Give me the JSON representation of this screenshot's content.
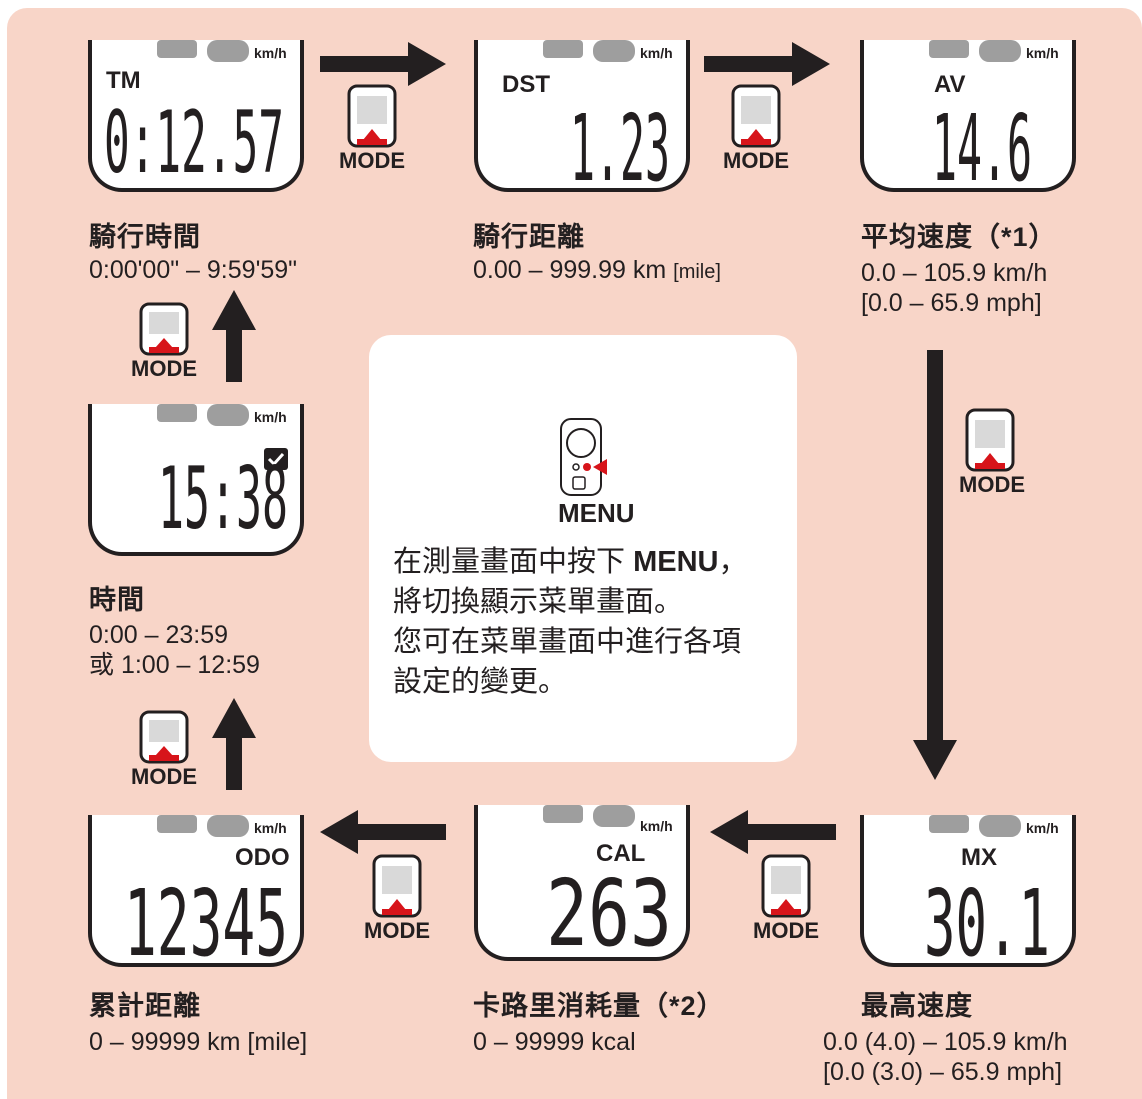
{
  "unit_label": "km/h",
  "mode_label": "MODE",
  "menu_label": "MENU",
  "screens": {
    "tm": {
      "tag": "TM",
      "value": "0:12.57",
      "title": "騎行時間",
      "range": "0:00'00\" – 9:59'59\""
    },
    "dst": {
      "tag": "DST",
      "value": "1.23",
      "title": "騎行距離",
      "range_main": "0.00 – 999.99 km ",
      "range_alt": "[mile]"
    },
    "av": {
      "tag": "AV",
      "value": "14.6",
      "title": "平均速度（",
      "note": "*1",
      "title_end": "）",
      "range_1": "0.0 – 105.9 km/h",
      "range_2": "[0.0 – 65.9 mph]"
    },
    "clock": {
      "value": "15:38",
      "title": "時間",
      "range_1": "0:00 – 23:59",
      "range_2": "或 1:00 – 12:59"
    },
    "odo": {
      "tag": "ODO",
      "value": "12345",
      "title": "累計距離",
      "range": "0 – 99999 km [mile]"
    },
    "cal": {
      "tag": "CAL",
      "value": "263",
      "title": "卡路里消耗量（",
      "note": "*2",
      "title_end": "）",
      "range": "0 – 99999 kcal"
    },
    "mx": {
      "tag": "MX",
      "value": "30.1",
      "title": "最高速度",
      "range_1": "0.0 (4.0) – 105.9 km/h",
      "range_2": "[0.0 (3.0) – 65.9 mph]"
    }
  },
  "center": {
    "line1_pre": "在測量畫面中按下 ",
    "line1_bold": "MENU",
    "line1_post": "，",
    "line2": "將切換顯示菜單畫面。",
    "line3": "您可在菜單畫面中進行各項",
    "line4": "設定的變更。"
  },
  "colors": {
    "panel_bg": "#f8d5c8",
    "accent_red": "#d7141a",
    "ink": "#231f20",
    "ghost": "#9e9e9e"
  }
}
